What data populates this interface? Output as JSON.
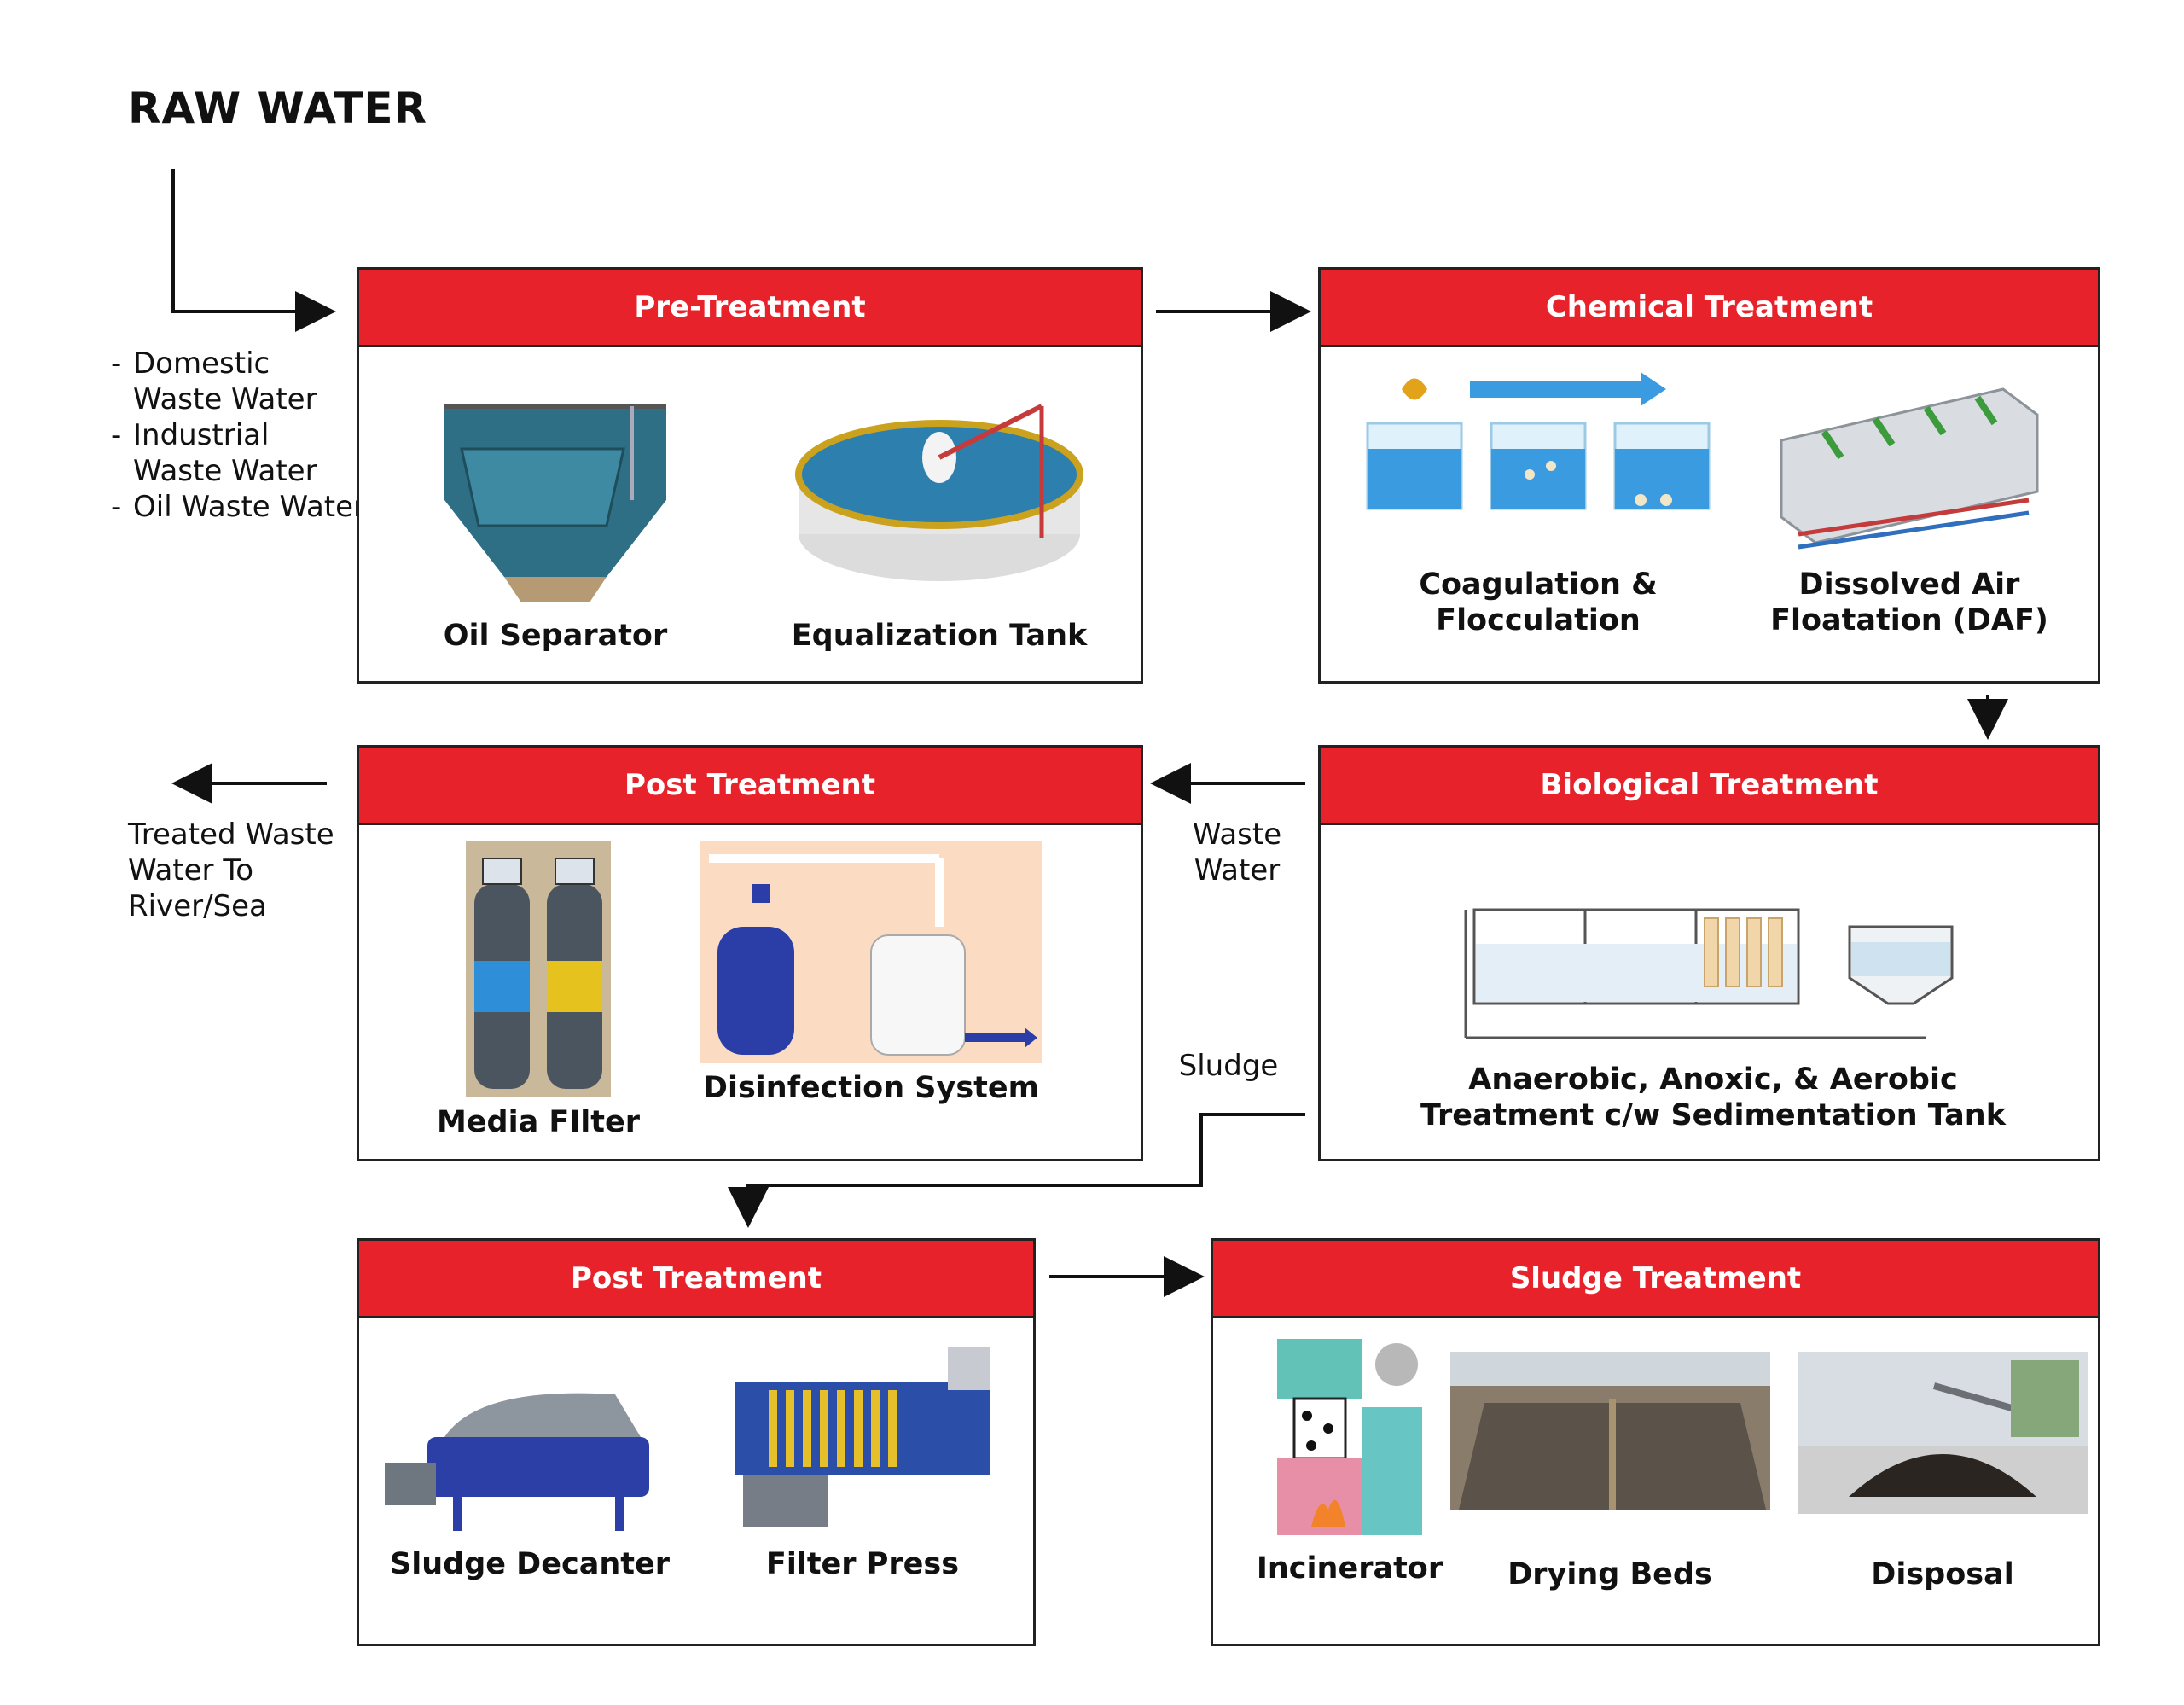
{
  "title": "RAW WATER",
  "inputs": [
    "Domestic Waste Water",
    "Industrial Waste Water",
    "Oil Waste Water"
  ],
  "outflow_label": "Treated Waste Water To River/Sea",
  "waste_water_label": "Waste Water",
  "sludge_label": "Sludge",
  "colors": {
    "header": "#e8222a",
    "border": "#222222",
    "arrow": "#111111"
  },
  "stages": {
    "pre": {
      "title": "Pre-Treatment",
      "items": [
        "Oil Separator",
        "Equalization Tank"
      ]
    },
    "chemical": {
      "title": "Chemical Treatment",
      "items": [
        "Coagulation & Flocculation",
        "Dissolved Air Floatation (DAF)"
      ]
    },
    "biological": {
      "title": "Biological Treatment",
      "items": [
        "Anaerobic, Anoxic, & Aerobic Treatment c/w Sedimentation Tank"
      ]
    },
    "post": {
      "title": "Post Treatment",
      "items": [
        "Media FIlter",
        "Disinfection System"
      ]
    },
    "sludge_post": {
      "title": "Post Treatment",
      "items": [
        "Sludge Decanter",
        "Filter Press"
      ]
    },
    "sludge": {
      "title": "Sludge Treatment",
      "items": [
        "Incinerator",
        "Drying Beds",
        "Disposal"
      ]
    }
  }
}
